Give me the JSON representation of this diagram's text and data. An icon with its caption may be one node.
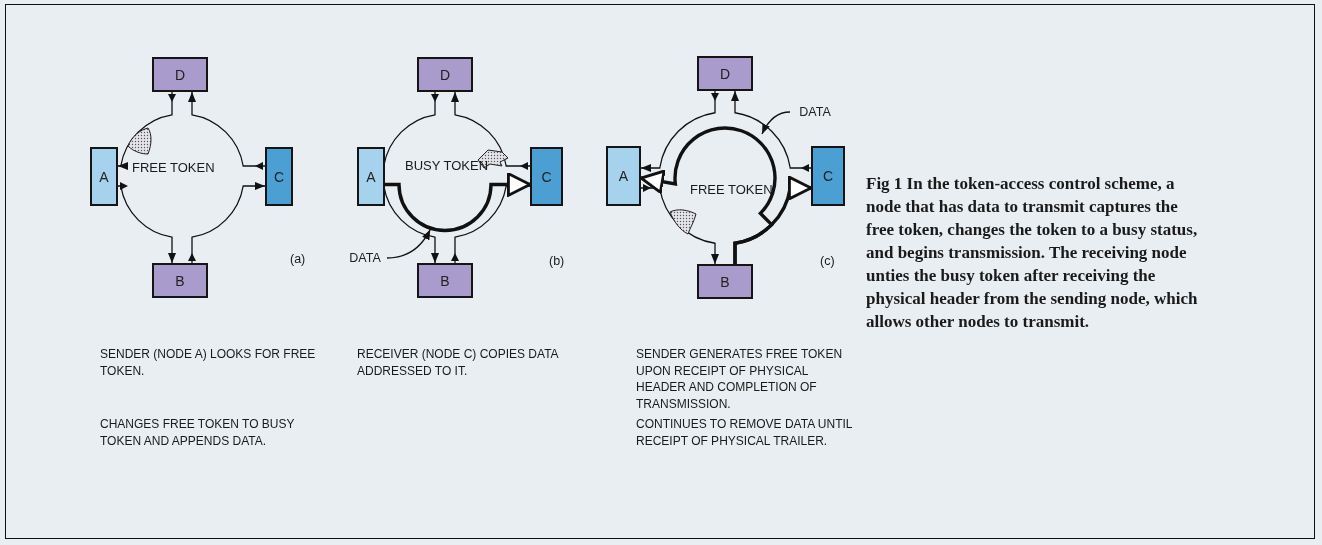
{
  "diagram": {
    "caption": "Fig 1 In the token-access control scheme, a node that has data to transmit captures the free token, changes the token to a busy status, and begins transmission. The receiving node unties the busy token after receiving the physical header from the sending node, which allows other nodes to transmit.",
    "nodes": [
      {
        "text": [
          "D"
        ]
      },
      {
        "text": [
          "A"
        ]
      },
      {
        "text": [
          "C"
        ]
      },
      {
        "text": [
          "B"
        ]
      },
      {
        "text": [
          "D"
        ]
      },
      {
        "text": [
          "A"
        ]
      },
      {
        "text": [
          "C"
        ]
      },
      {
        "text": [
          "B"
        ]
      },
      {
        "text": [
          "DATA"
        ]
      },
      {
        "text": [
          "D"
        ]
      },
      {
        "text": [
          "A"
        ]
      },
      {
        "text": [
          "C"
        ]
      },
      {
        "text": [
          "B"
        ]
      },
      {
        "text": [
          "DATA"
        ]
      }
    ],
    "edges": [
      {
        "from": 0,
        "to": 1,
        "arrow": "to"
      },
      {
        "from": 1,
        "to": 3,
        "arrow": "to"
      },
      {
        "from": 3,
        "to": 2,
        "arrow": "to"
      },
      {
        "from": 2,
        "to": 0,
        "arrow": "to"
      },
      {
        "from": 4,
        "to": 5,
        "arrow": "to"
      },
      {
        "from": 5,
        "to": 7,
        "arrow": "to"
      },
      {
        "from": 7,
        "to": 6,
        "arrow": "to"
      },
      {
        "from": 6,
        "to": 4,
        "arrow": "to"
      },
      {
        "from": 5,
        "to": 6,
        "arrow": "to",
        "style": "thick"
      },
      {
        "from": 8,
        "to": null,
        "arrow": "to"
      },
      {
        "from": 9,
        "to": 10,
        "arrow": "to"
      },
      {
        "from": 10,
        "to": 12,
        "arrow": "to"
      },
      {
        "from": 12,
        "to": 11,
        "arrow": "to",
        "style": "thick"
      },
      {
        "from": 11,
        "to": 9,
        "arrow": "to"
      },
      {
        "from": 12,
        "to": 10,
        "arrow": "to",
        "style": "thick"
      },
      {
        "from": 13,
        "to": null,
        "arrow": "to"
      }
    ],
    "labels": [
      "FREE TOKEN",
      "(a)",
      "BUSY TOKEN",
      "(b)",
      "FREE TOKEN",
      "(c)",
      "SENDER (NODE A) LOOKS FOR FREE TOKEN.",
      "CHANGES FREE TOKEN TO BUSY TOKEN AND APPENDS DATA.",
      "RECEIVER (NODE C) COPIES DATA ADDRESSED TO IT.",
      "SENDER GENERATES FREE TOKEN UPON RECEIPT OF PHYSICAL HEADER AND COMPLETION OF TRANSMISSION.",
      "CONTINUES TO REMOVE DATA UNTIL RECEIPT OF PHYSICAL TRAILER."
    ]
  }
}
